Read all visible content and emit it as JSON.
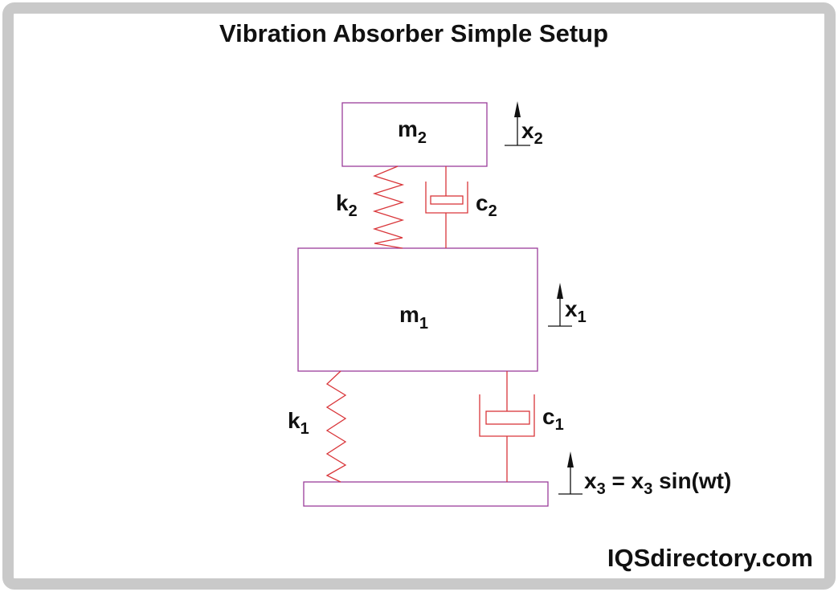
{
  "title": "Vibration Absorber Simple Setup",
  "watermark": "IQSdirectory.com",
  "colors": {
    "frame": "#c9c9c9",
    "mass": "#9a3d9a",
    "element": "#d9363a",
    "text": "#111111"
  },
  "labels": {
    "m2": {
      "base": "m",
      "sub": "2"
    },
    "m1": {
      "base": "m",
      "sub": "1"
    },
    "k2": {
      "base": "k",
      "sub": "2"
    },
    "k1": {
      "base": "k",
      "sub": "1"
    },
    "c2": {
      "base": "c",
      "sub": "2"
    },
    "c1": {
      "base": "c",
      "sub": "1"
    },
    "x2": {
      "base": "x",
      "sub": "2"
    },
    "x1": {
      "base": "x",
      "sub": "1"
    },
    "x3": {
      "base": "x",
      "sub": "3",
      "mid": " = x",
      "sub2": "3",
      "tail": " sin(wt)"
    }
  }
}
